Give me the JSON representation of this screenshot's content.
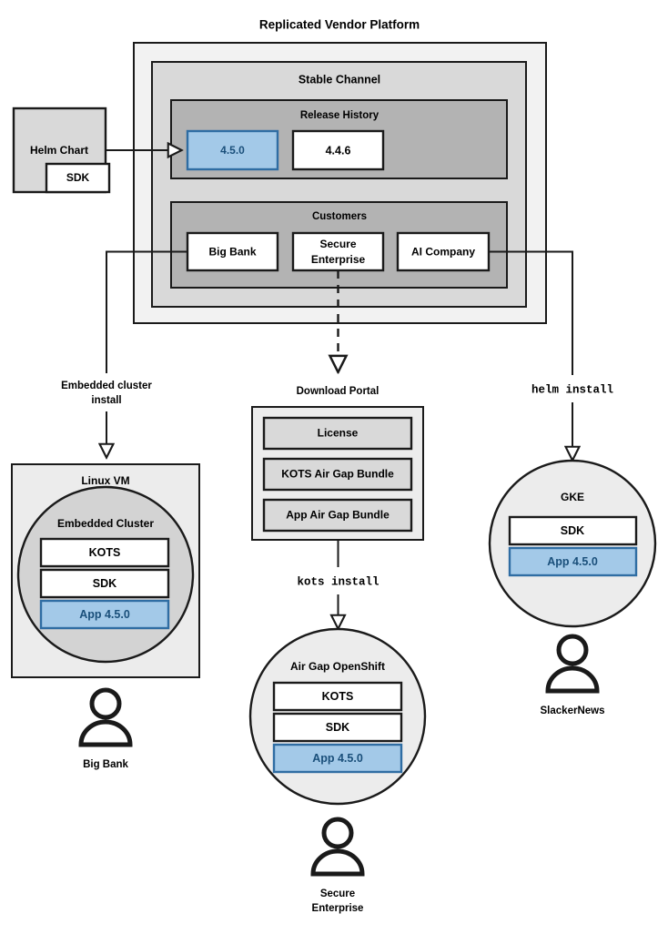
{
  "diagram": {
    "title": "Replicated Vendor Platform",
    "accent_blue_fill": "#a3c9e8",
    "accent_blue_stroke": "#2f6da3",
    "accent_blue_text": "#1a4f7a",
    "platform": {
      "stable_channel": {
        "label": "Stable Channel",
        "release_history": {
          "label": "Release History",
          "releases": [
            {
              "version": "4.5.0",
              "highlighted": true
            },
            {
              "version": "4.4.6",
              "highlighted": false
            }
          ]
        },
        "customers": {
          "label": "Customers",
          "items": [
            {
              "name": "Big Bank"
            },
            {
              "name": "Secure",
              "name2": "Enterprise"
            },
            {
              "name": "AI Company"
            }
          ]
        }
      }
    },
    "source": {
      "helm_chart_label": "Helm Chart",
      "sdk_label": "SDK"
    },
    "edge_labels": {
      "embedded_install_line1": "Embedded cluster",
      "embedded_install_line2": "install",
      "download_portal": "Download Portal",
      "helm_install": "helm install",
      "kots_install": "kots install"
    },
    "download_portal": {
      "title": "Download Portal",
      "assets": [
        "License",
        "KOTS Air Gap Bundle",
        "App Air Gap Bundle"
      ]
    },
    "targets": [
      {
        "id": "linux-vm",
        "host_label": "Linux VM",
        "cluster_label": "Embedded Cluster",
        "components": [
          {
            "label": "KOTS",
            "highlighted": false
          },
          {
            "label": "SDK",
            "highlighted": false
          },
          {
            "label": "App 4.5.0",
            "highlighted": true
          }
        ],
        "customer": "Big Bank"
      },
      {
        "id": "air-gap-openshift",
        "cluster_label": "Air Gap OpenShift",
        "components": [
          {
            "label": "KOTS",
            "highlighted": false
          },
          {
            "label": "SDK",
            "highlighted": false
          },
          {
            "label": "App 4.5.0",
            "highlighted": true
          }
        ],
        "customer_line1": "Secure",
        "customer_line2": "Enterprise"
      },
      {
        "id": "gke",
        "cluster_label": "GKE",
        "components": [
          {
            "label": "SDK",
            "highlighted": false
          },
          {
            "label": "App 4.5.0",
            "highlighted": true
          }
        ],
        "customer": "SlackerNews"
      }
    ]
  }
}
